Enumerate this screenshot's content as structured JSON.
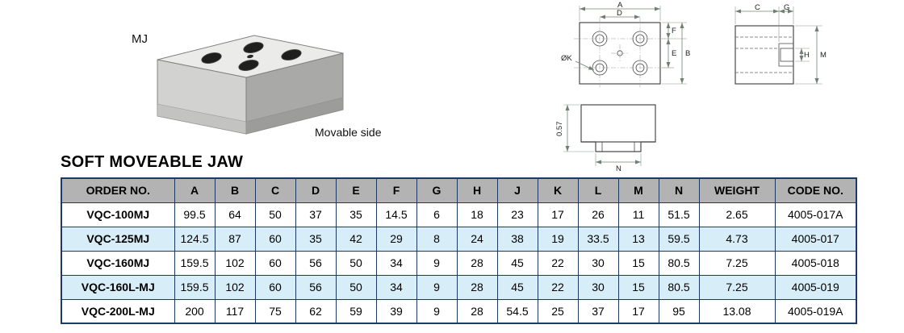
{
  "page": {
    "title": "SOFT MOVEABLE JAW"
  },
  "figures": {
    "iso_label": "MJ",
    "caption": "Movable side"
  },
  "dims": {
    "top_view": {
      "a": "A",
      "d": "D",
      "e": "E",
      "f": "F",
      "b": "B",
      "k": "ØK"
    },
    "side_view": {
      "c": "C",
      "g": "G",
      "h": "H",
      "m": "M"
    },
    "front_view": {
      "n": "N",
      "height": "0.57"
    }
  },
  "table": {
    "headers": [
      "ORDER NO.",
      "A",
      "B",
      "C",
      "D",
      "E",
      "F",
      "G",
      "H",
      "J",
      "K",
      "L",
      "M",
      "N",
      "WEIGHT",
      "CODE NO."
    ],
    "rows": [
      [
        "VQC-100MJ",
        "99.5",
        "64",
        "50",
        "37",
        "35",
        "14.5",
        "6",
        "18",
        "23",
        "17",
        "26",
        "11",
        "51.5",
        "2.65",
        "4005-017A"
      ],
      [
        "VQC-125MJ",
        "124.5",
        "87",
        "60",
        "35",
        "42",
        "29",
        "8",
        "24",
        "38",
        "19",
        "33.5",
        "13",
        "59.5",
        "4.73",
        "4005-017"
      ],
      [
        "VQC-160MJ",
        "159.5",
        "102",
        "60",
        "56",
        "50",
        "34",
        "9",
        "28",
        "45",
        "22",
        "30",
        "15",
        "80.5",
        "7.25",
        "4005-018"
      ],
      [
        "VQC-160L-MJ",
        "159.5",
        "102",
        "60",
        "56",
        "50",
        "34",
        "9",
        "28",
        "45",
        "22",
        "30",
        "15",
        "80.5",
        "7.25",
        "4005-019"
      ],
      [
        "VQC-200L-MJ",
        "200",
        "117",
        "75",
        "62",
        "59",
        "39",
        "9",
        "28",
        "54.5",
        "25",
        "37",
        "17",
        "95",
        "13.08",
        "4005-019A"
      ]
    ]
  },
  "colors": {
    "table_border": "#1c3a63",
    "header_bg": "#b3b3b3",
    "alt_row_bg": "#d7edf8"
  }
}
